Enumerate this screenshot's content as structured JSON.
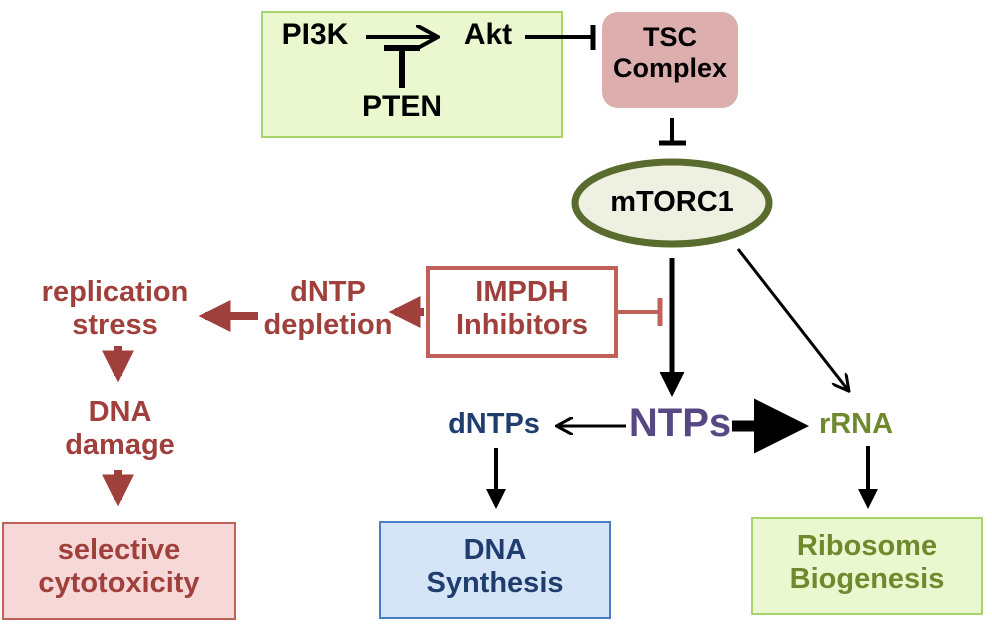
{
  "nodes": {
    "pi3k": "PI3K",
    "akt": "Akt",
    "pten": "PTEN",
    "tsc": [
      "TSC",
      "Complex"
    ],
    "mtorc1": "mTORC1",
    "impdh": [
      "IMPDH",
      "Inhibitors"
    ],
    "dntp_depletion": [
      "dNTP",
      "depletion"
    ],
    "replication_stress": [
      "replication",
      "stress"
    ],
    "dna_damage": [
      "DNA",
      "damage"
    ],
    "selective_cytotoxicity": [
      "selective",
      "cytotoxicity"
    ],
    "dntps": "dNTPs",
    "ntps": "NTPs",
    "rrna": "rRNA",
    "dna_synthesis": [
      "DNA",
      "Synthesis"
    ],
    "ribosome_biogenesis": [
      "Ribosome",
      "Biogenesis"
    ]
  },
  "colors": {
    "green_box_fill": "#eaf7cf",
    "green_box_border": "#a9d36b",
    "tsc_fill": "#dcaeae",
    "mtorc1_border": "#5a6b2e",
    "mtorc1_fill": "#eef1e2",
    "red_text": "#a0403c",
    "red_border": "#c0615c",
    "red_box_fill": "#f7d8d8",
    "blue_text": "#1f3e6e",
    "blue_box_fill": "#d6e4f7",
    "blue_box_border": "#4b7cc6",
    "purple_text": "#574884",
    "olive_text": "#6f8a2e",
    "black": "#000000"
  }
}
